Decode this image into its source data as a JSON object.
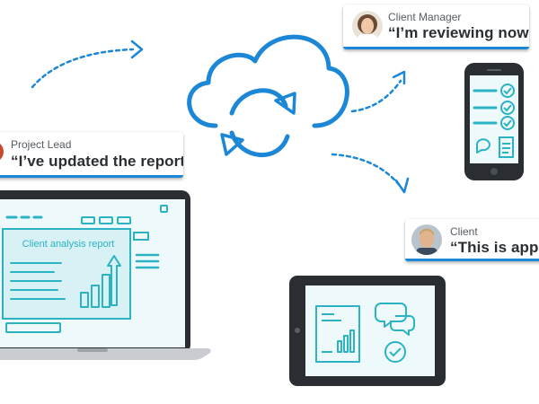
{
  "bubbles": {
    "project_lead": {
      "role": "Project Lead",
      "quote": "“I’ve updated the report”"
    },
    "client_manager": {
      "role": "Client Manager",
      "quote": "“I’m reviewing now”"
    },
    "client": {
      "role": "Client",
      "quote": "“This is appro"
    }
  },
  "laptop": {
    "report_title": "Client analysis report"
  },
  "colors": {
    "accent_blue": "#1b87d6",
    "teal": "#2bb3c3",
    "device_dark": "#2a2d31",
    "screen_bg": "#eef9fb"
  }
}
